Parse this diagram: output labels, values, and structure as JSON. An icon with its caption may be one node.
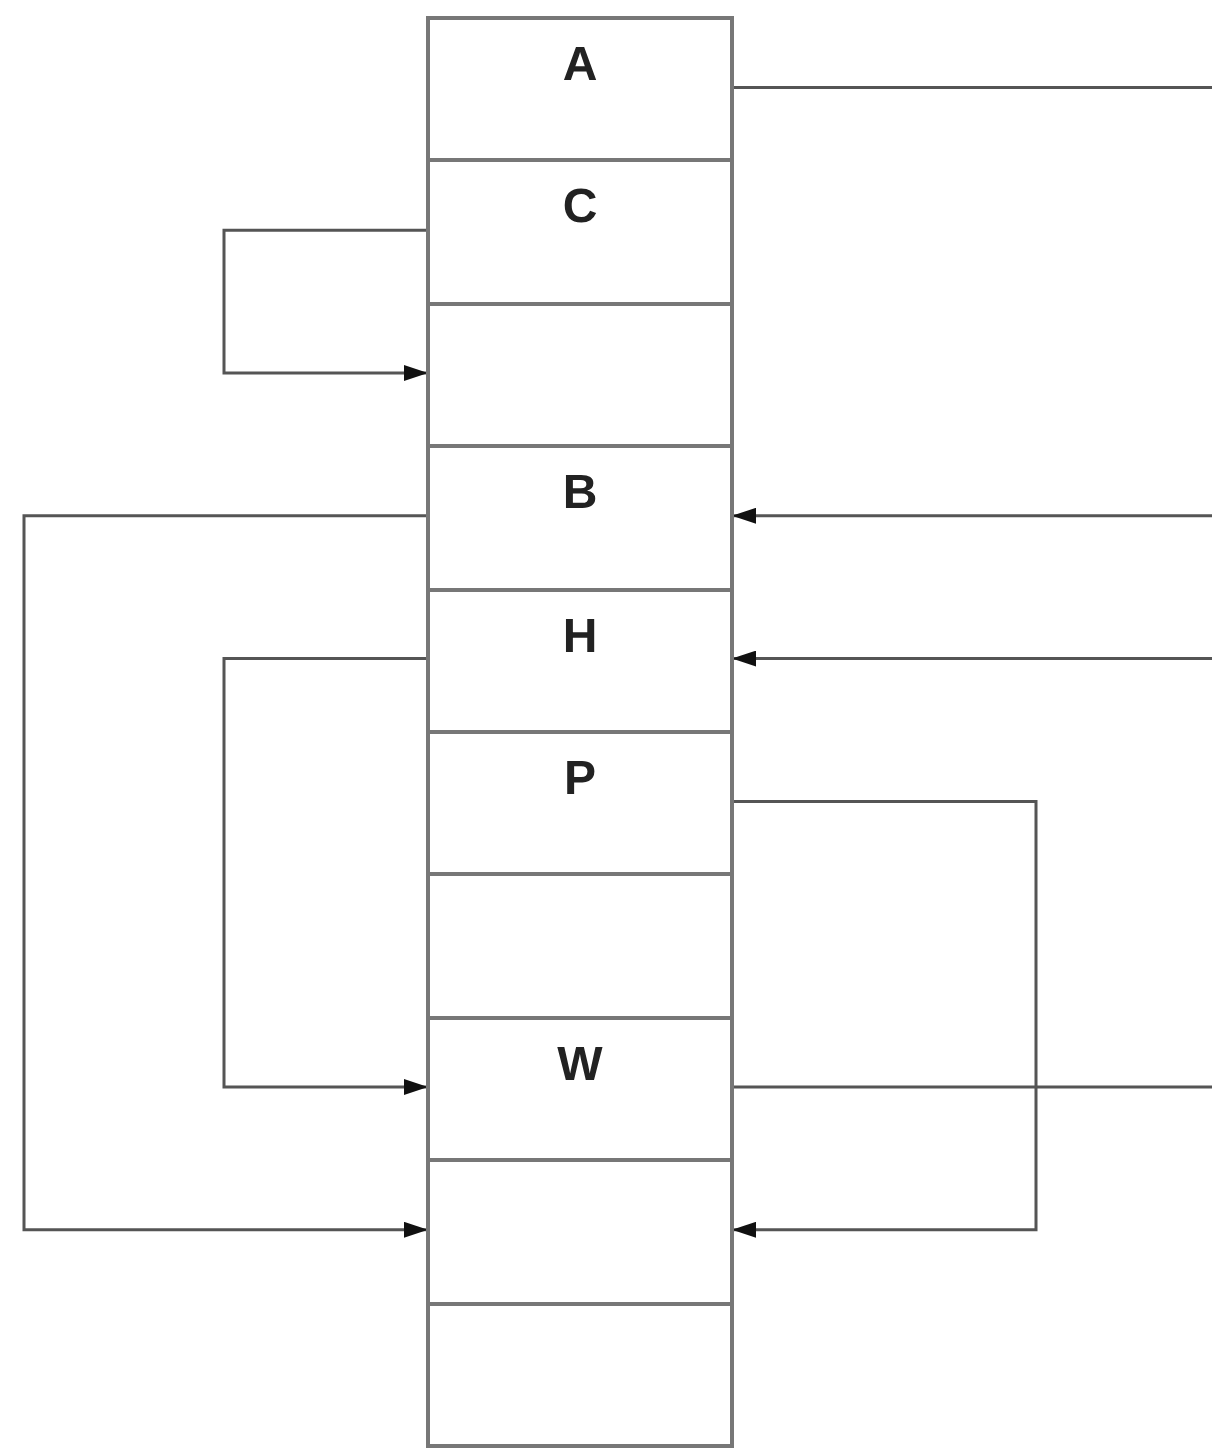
{
  "diagram": {
    "nodes": [
      {
        "text": [
          "A"
        ]
      },
      {
        "text": [
          "C"
        ]
      },
      {
        "text": [],
        "shape": "box"
      },
      {
        "text": [
          "B"
        ]
      },
      {
        "text": [
          "H"
        ]
      },
      {
        "text": [
          "P"
        ]
      },
      {
        "text": [],
        "shape": "box"
      },
      {
        "text": [
          "W"
        ]
      },
      {
        "text": [],
        "shape": "box"
      },
      {
        "text": [],
        "shape": "box"
      }
    ],
    "edges": [
      {
        "from": 0,
        "to": null,
        "arrow": "none"
      },
      {
        "from": 1,
        "to": 2,
        "arrow": "to"
      },
      {
        "from": 3,
        "to": 8,
        "arrow": "to"
      },
      {
        "from": null,
        "to": 3,
        "arrow": "to"
      },
      {
        "from": null,
        "to": 4,
        "arrow": "to"
      },
      {
        "from": 4,
        "to": 7,
        "arrow": "to"
      },
      {
        "from": 5,
        "to": 8,
        "arrow": "to"
      },
      {
        "from": 7,
        "to": null,
        "arrow": "none"
      }
    ]
  }
}
